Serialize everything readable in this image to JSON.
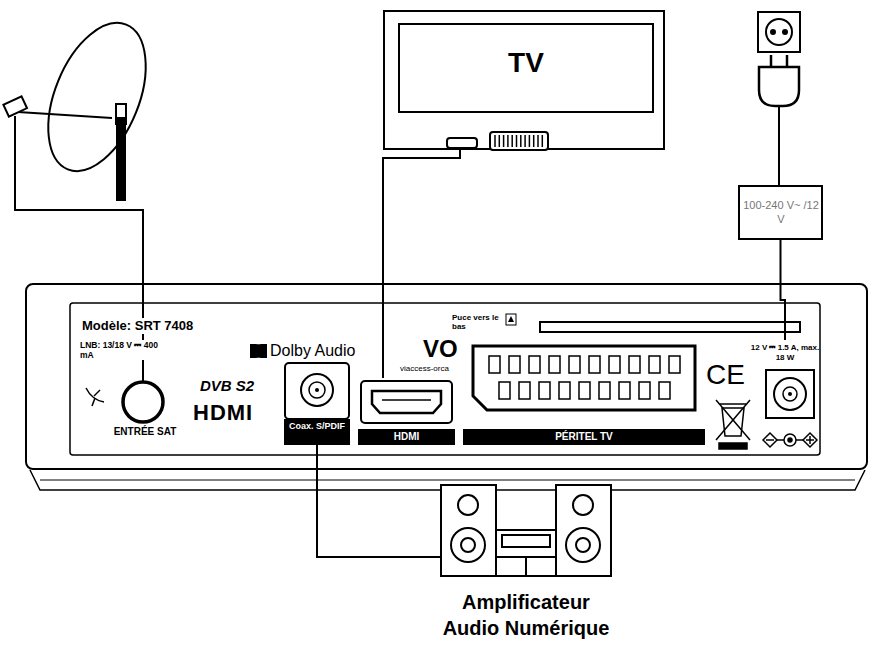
{
  "diagram": {
    "nodes": [
      {
        "text": [
          "TV"
        ]
      },
      {
        "text": [
          "100-240 V~ /12 V"
        ]
      },
      {
        "text": [
          "Modèle: SRT 7408"
        ]
      },
      {
        "text": [
          "ENTRÉE SAT"
        ],
        "in": 2
      },
      {
        "text": [
          "Coax. S/PDIF"
        ],
        "in": 2
      },
      {
        "text": [
          "HDMI"
        ],
        "in": 2
      },
      {
        "text": [
          "PÉRITEL TV"
        ],
        "in": 2
      },
      {
        "text": [
          "12 V ⎓ 1.5 A, max. 18 W"
        ],
        "in": 2
      },
      {
        "text": [
          "Amplificateur Audio Numérique"
        ]
      }
    ],
    "edges": [
      {
        "from": 5,
        "to": 0,
        "arrow": "none"
      },
      {
        "from": 1,
        "to": 7,
        "arrow": "none"
      },
      {
        "from": 4,
        "to": 8,
        "arrow": "none"
      }
    ],
    "labels": [
      "LNB: 13/18 V ⎓ 400 mA",
      "Dolby Audio",
      "DVB S2",
      "HDMI",
      "VO",
      "viaccess-orca",
      "Puce vers le bas",
      "CE"
    ]
  }
}
